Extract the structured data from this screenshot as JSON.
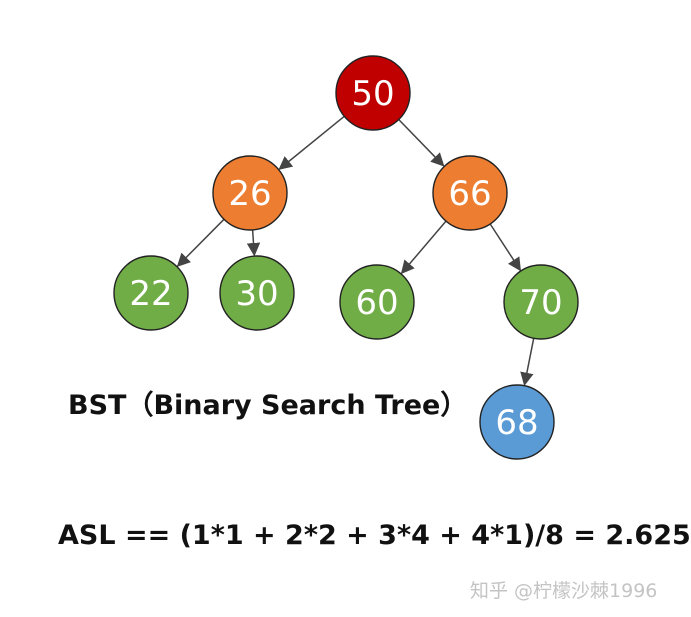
{
  "diagram": {
    "nodes": [
      {
        "id": "n50",
        "value": "50",
        "color": "#c00000"
      },
      {
        "id": "n26",
        "value": "26",
        "color": "#ed7d31"
      },
      {
        "id": "n66",
        "value": "66",
        "color": "#ed7d31"
      },
      {
        "id": "n22",
        "value": "22",
        "color": "#70ad47"
      },
      {
        "id": "n30",
        "value": "30",
        "color": "#70ad47"
      },
      {
        "id": "n60",
        "value": "60",
        "color": "#70ad47"
      },
      {
        "id": "n70",
        "value": "70",
        "color": "#70ad47"
      },
      {
        "id": "n68",
        "value": "68",
        "color": "#5b9bd5"
      }
    ],
    "edges": [
      {
        "from": "n50",
        "to": "n26"
      },
      {
        "from": "n50",
        "to": "n66"
      },
      {
        "from": "n26",
        "to": "n22"
      },
      {
        "from": "n26",
        "to": "n30"
      },
      {
        "from": "n66",
        "to": "n60"
      },
      {
        "from": "n66",
        "to": "n70"
      },
      {
        "from": "n70",
        "to": "n68"
      }
    ],
    "edge_color": "#444444"
  },
  "caption": "BST（Binary Search Tree）",
  "formula": "ASL == (1*1 + 2*2 + 3*4 + 4*1)/8 = 2.625",
  "watermark": "知乎 @柠檬沙棘1996"
}
